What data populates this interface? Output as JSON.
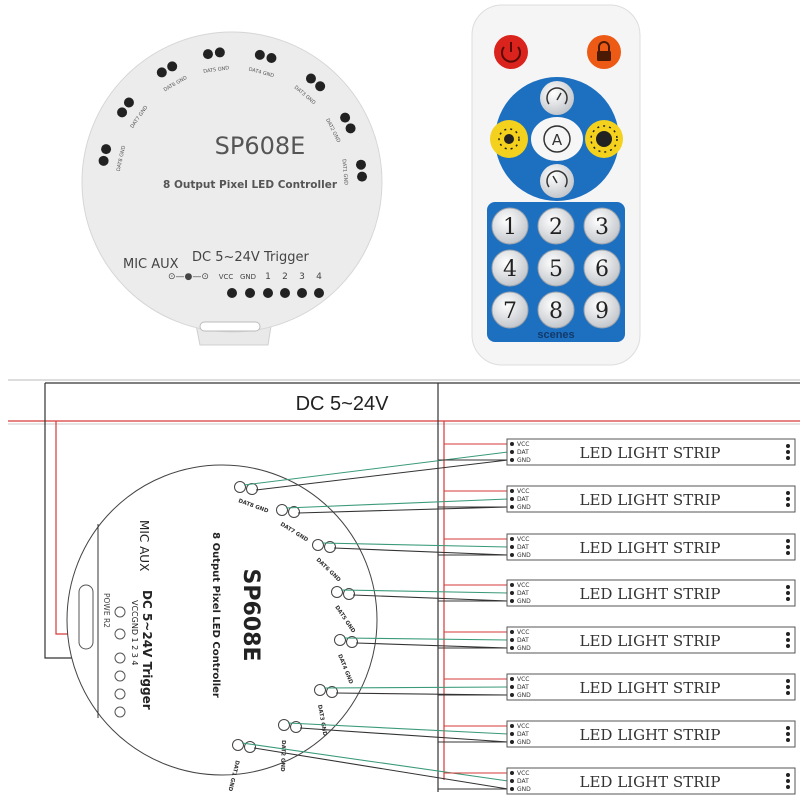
{
  "controller_photo": {
    "model": "SP608E",
    "subtitle": "8 Output Pixel LED Controller",
    "mic_aux": "MIC AUX",
    "power_trigger": "DC 5~24V Trigger",
    "terminal_labels": [
      "VCC",
      "GND",
      "1",
      "2",
      "3",
      "4"
    ],
    "port_labels": [
      "DAT8 GND",
      "DAT7 GND",
      "DAT6 GND",
      "DAT5 GND",
      "DAT4 GND",
      "DAT3 GND",
      "DAT2 GND",
      "DAT1 GND"
    ]
  },
  "remote": {
    "keys": [
      "1",
      "2",
      "3",
      "4",
      "5",
      "6",
      "7",
      "8",
      "9"
    ],
    "auto_key": "A",
    "scenes_label": "scenes",
    "colors": {
      "body": "#f4f4f4",
      "blue": "#1d6fc0",
      "power": "#d9231c",
      "lock": "#ec5a16",
      "yellow": "#f3d11d"
    }
  },
  "wiring": {
    "supply_label": "DC 5~24V",
    "model": "SP608E",
    "subtitle": "8 Output Pixel LED Controller",
    "mic_aux": "MIC AUX",
    "power_trigger": "DC 5~24V Trigger",
    "power_label": "POWE R2",
    "terminal_labels": "VCCGND 1  2  3  4",
    "port_labels": [
      "DAT8 GND",
      "DAT7 GND",
      "DAT6 GND",
      "DAT5 GND",
      "DAT4 GND",
      "DAT3 GND",
      "DAT2 GND",
      "DAT1 GND"
    ],
    "strip_pins": [
      "VCC",
      "DAT",
      "GND"
    ],
    "strips": [
      "LED  LIGHT STRIP",
      "LED  LIGHT STRIP",
      "LED  LIGHT STRIP",
      "LED  LIGHT STRIP",
      "LED  LIGHT STRIP",
      "LED  LIGHT STRIP",
      "LED  LIGHT STRIP",
      "LED  LIGHT STRIP"
    ],
    "colors": {
      "vcc": "#d63a3a",
      "dat": "#3a9a7a",
      "gnd": "#333333"
    }
  }
}
